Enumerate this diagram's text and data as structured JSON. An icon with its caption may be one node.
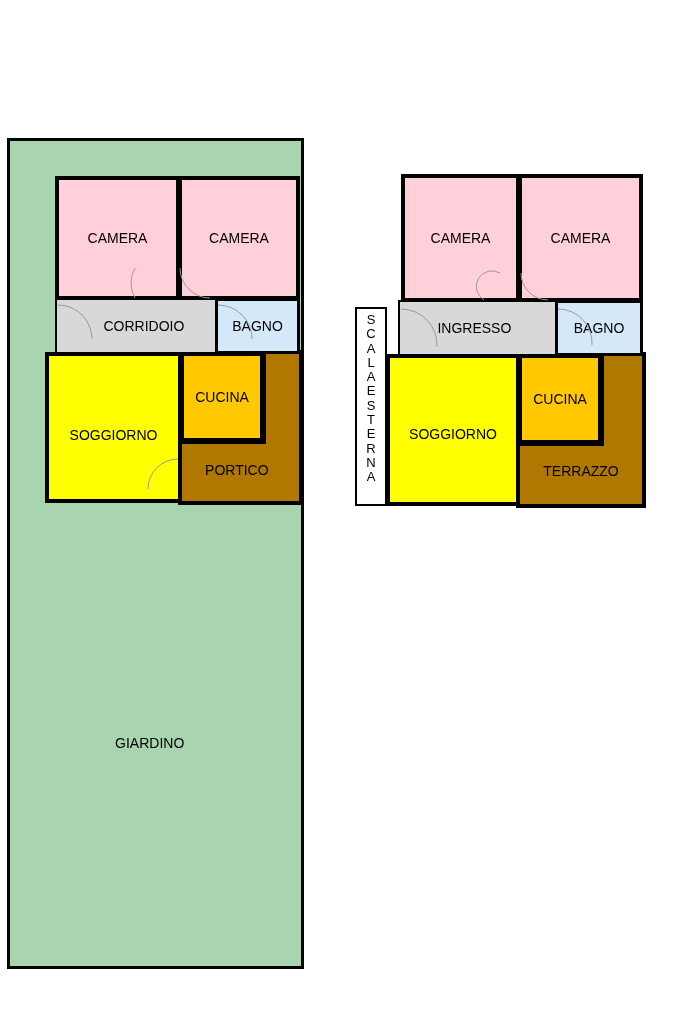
{
  "diagram": {
    "nodes": [
      {
        "text": [
          "GIARDINO"
        ]
      },
      {
        "text": [
          "CAMERA"
        ],
        "in": 0
      },
      {
        "text": [
          "CAMERA"
        ],
        "in": 0
      },
      {
        "text": [
          "CORRIDOIO"
        ],
        "in": 0
      },
      {
        "text": [
          "BAGNO"
        ],
        "in": 0
      },
      {
        "text": [
          "SOGGIORNO"
        ],
        "in": 0
      },
      {
        "text": [
          "CUCINA"
        ],
        "in": 0
      },
      {
        "text": [
          "PORTICO"
        ],
        "in": 0
      },
      {
        "text": [
          "CAMERA"
        ]
      },
      {
        "text": [
          "CAMERA"
        ]
      },
      {
        "text": [
          "SCALA ESTERNA"
        ]
      },
      {
        "text": [
          "INGRESSO"
        ]
      },
      {
        "text": [
          "BAGNO"
        ]
      },
      {
        "text": [
          "SOGGIORNO"
        ]
      },
      {
        "text": [
          "CUCINA"
        ]
      },
      {
        "text": [
          "TERRAZZO"
        ]
      }
    ]
  }
}
